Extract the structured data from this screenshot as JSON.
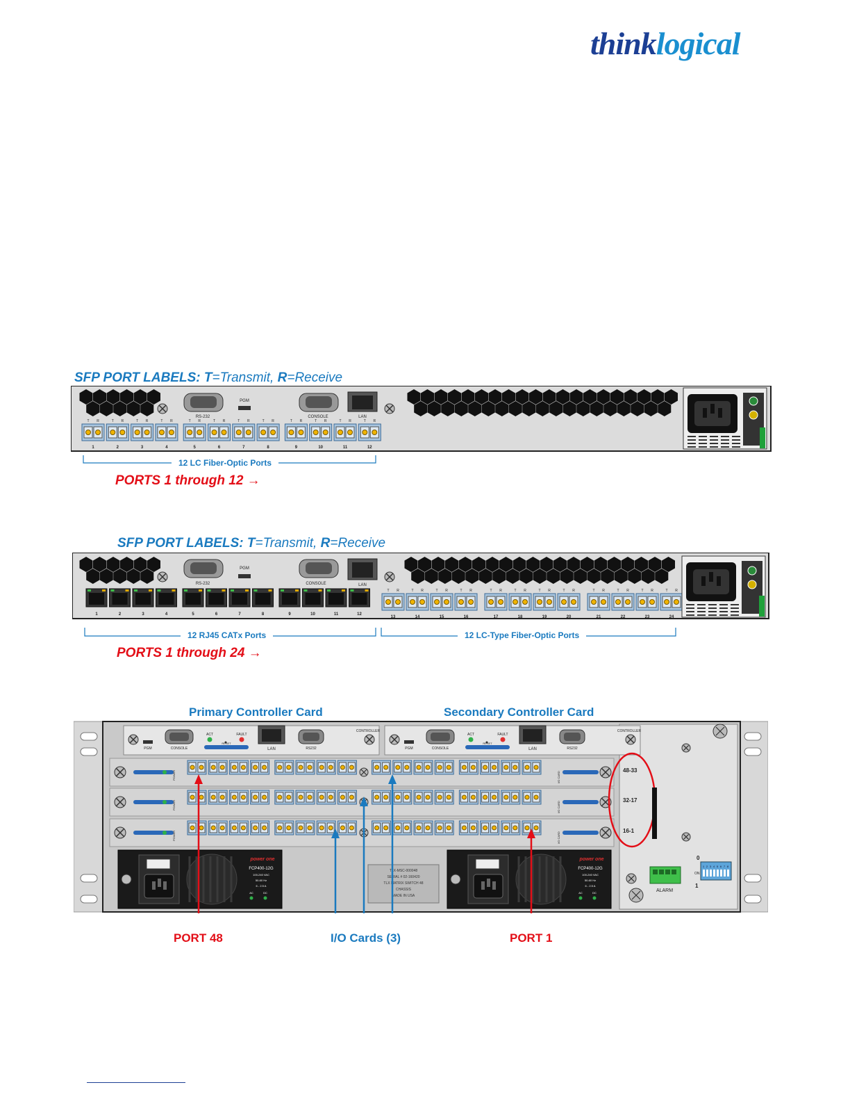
{
  "logo": {
    "part1": "think",
    "part2": "logical"
  },
  "panel1": {
    "title_prefix": "SFP PORT LABELS:",
    "title_t": "T",
    "title_t_text": "=Transmit,",
    "title_r": "R",
    "title_r_text": "=Receive",
    "labels": {
      "rs232": "RS-232",
      "pgm": "PGM",
      "console": "CONSOLE",
      "lan": "LAN",
      "t": "T",
      "r": "R"
    },
    "port_numbers": [
      "1",
      "2",
      "3",
      "4",
      "5",
      "6",
      "7",
      "8",
      "9",
      "10",
      "11",
      "12"
    ],
    "bracket_label": "12 LC Fiber-Optic Ports",
    "ports_note": "PORTS 1 through 12 →"
  },
  "panel2": {
    "title_prefix": "SFP PORT LABELS:",
    "title_t": "T",
    "title_t_text": "=Transmit,",
    "title_r": "R",
    "title_r_text": "=Receive",
    "labels": {
      "rs232": "RS-232",
      "pgm": "PGM",
      "console": "CONSOLE",
      "lan": "LAN",
      "t": "T",
      "r": "R"
    },
    "rj45_numbers": [
      "1",
      "2",
      "3",
      "4",
      "5",
      "6",
      "7",
      "8",
      "9",
      "10",
      "11",
      "12"
    ],
    "fiber_numbers": [
      "13",
      "14",
      "15",
      "16",
      "17",
      "18",
      "19",
      "20",
      "21",
      "22",
      "23",
      "24"
    ],
    "bracket_left": "12 RJ45 CATx Ports",
    "bracket_right": "12 LC-Type Fiber-Optic Ports",
    "ports_note": "PORTS 1 through 24 →"
  },
  "panel3": {
    "primary_title": "Primary Controller Card",
    "secondary_title": "Secondary Controller Card",
    "controller_labels": {
      "pgm": "PGM",
      "console": "CONSOLE",
      "act": "ACT",
      "fault": "FAULT",
      "reset": "RESET",
      "lan": "LAN",
      "rs232": "RS232",
      "controller": "CONTROLLER"
    },
    "row_labels": [
      "48-33",
      "32-17",
      "16-1"
    ],
    "io_label": "I/O CARD",
    "power_label": "POWER",
    "psu": {
      "brand": "power one",
      "model": "FCP400-12G",
      "line1": "100-240 VAC",
      "line2": "50-60 Hz",
      "line3": "6 - 2.5 A",
      "ac": "AC",
      "dc": "DC"
    },
    "plate": [
      "TLX-MSC-000048",
      "SERIAL # 02-160420",
      "TLX MATRIX SWITCH 48",
      "CHASSIS",
      "MADE IN USA"
    ],
    "alarm_label": "ALARM",
    "dip_top": "0",
    "dip_bottom": "1",
    "dip_side": "ON",
    "dip_numbers": [
      "1",
      "2",
      "3",
      "4",
      "5",
      "6",
      "7",
      "8"
    ],
    "callouts": {
      "port48": "PORT 48",
      "io_cards": "I/O Cards (3)",
      "port1": "PORT 1"
    },
    "colors": {
      "red": "#e30e17",
      "blue": "#1a7abf"
    }
  }
}
